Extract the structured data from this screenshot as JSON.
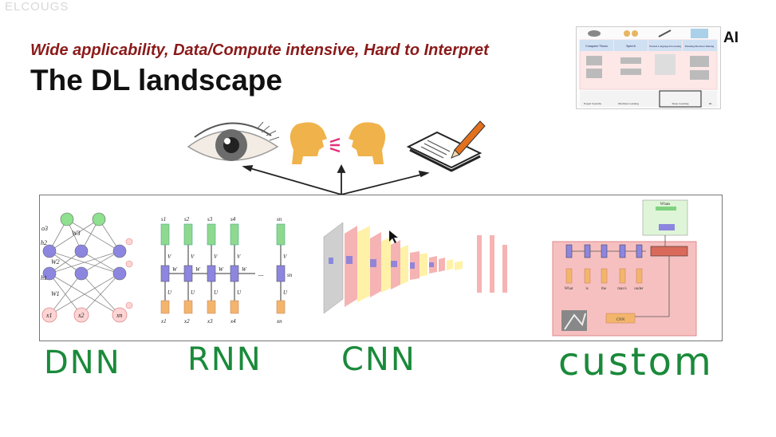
{
  "watermark": "ELCOUGS",
  "slide": {
    "subtitle": "Wide applicability, Data/Compute intensive, Hard to Interpret",
    "title": "The DL landscape"
  },
  "thumbnail": {
    "label": "AI",
    "columns": [
      "Computer Vision",
      "Speech",
      "Natural Language Processing",
      "Planning/Decision Making"
    ],
    "footer": [
      "Expert Systems",
      "Machine Learning",
      "Deep Learning",
      "RL"
    ]
  },
  "icons": [
    "eye-icon",
    "speaking-heads-icon",
    "document-pen-icon"
  ],
  "architectures": {
    "dnn": {
      "inputs": [
        "x1",
        "x2",
        "xn"
      ],
      "weights": [
        "W1",
        "W2",
        "W3"
      ],
      "hidden": [
        "h1",
        "h2"
      ],
      "output": "o3"
    },
    "rnn": {
      "top": [
        "s1",
        "s2",
        "s3",
        "s4",
        "sn"
      ],
      "bottom": [
        "x1",
        "x2",
        "x3",
        "x4",
        "xn"
      ],
      "weight_v": "V",
      "weight_w": "W",
      "weight_u": "U",
      "ellipsis": "...",
      "state_last": "sn"
    },
    "cnn": {},
    "custom": {
      "top_box": "Whats",
      "cnn_box": "CNN",
      "words": [
        "What",
        "is",
        "the",
        "man's",
        "under"
      ]
    }
  },
  "handwriting": {
    "dnn": "DNN",
    "rnn": "RNN",
    "cnn": "CNN",
    "custom": "custom"
  }
}
